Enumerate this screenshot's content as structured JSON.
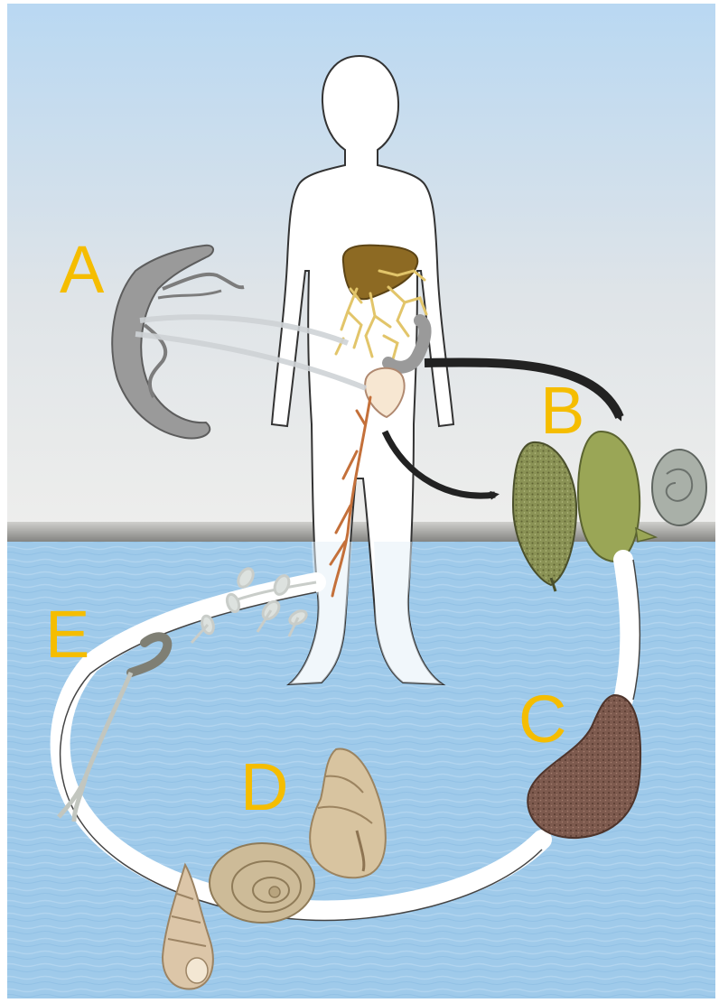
{
  "labels": {
    "a": "A",
    "b": "B",
    "c": "C",
    "d": "D",
    "e": "E"
  },
  "colors": {
    "label": "#f5bd00",
    "sky_top": "#b9d8f2",
    "sky_bottom": "#eeeeec",
    "water": "#9cc8ea",
    "liver": "#8d6a23",
    "veins": "#e2c56a",
    "blood_vessels": "#c4703a",
    "worm": "#8f8f8f",
    "egg_green": "#9aa656",
    "miracidium": "#7b5a4c",
    "snail_shell": "#d8c4a0",
    "arrow": "#222222"
  },
  "icons": [
    "human-silhouette-icon",
    "adult-worm-icon",
    "egg-icon",
    "miracidium-icon",
    "snail-icon",
    "cercaria-icon"
  ]
}
